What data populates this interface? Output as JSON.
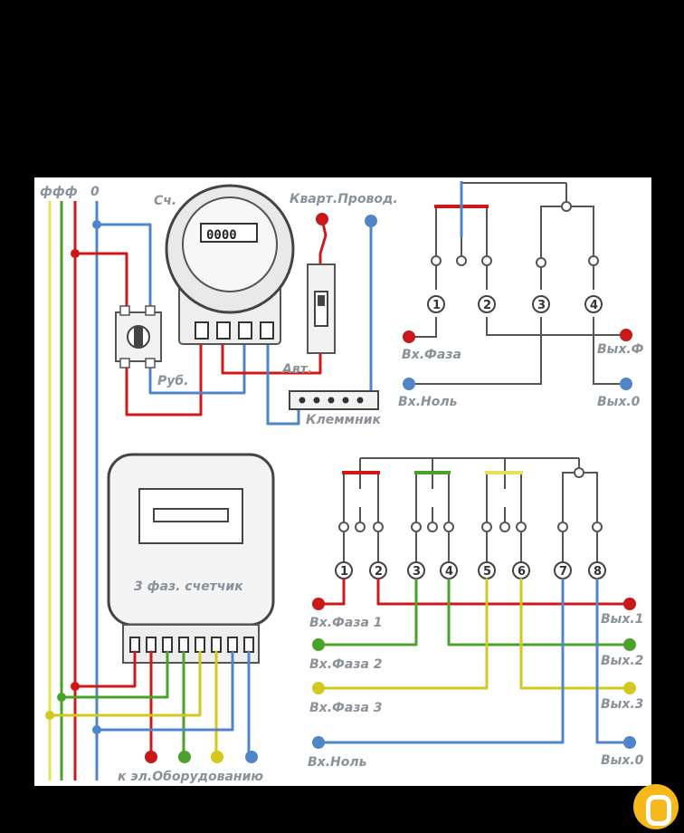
{
  "labels": {
    "phases_top": "ффф",
    "neutral_top": "0",
    "meter1": "Сч.",
    "meter1_display": "0000",
    "apartment_wiring": "Кварт.Провод.",
    "breaker": "Авт.",
    "switch": "Руб.",
    "terminal_block": "Клеммник",
    "three_phase_meter": "3 фаз. счетчик",
    "to_equipment": "к эл.Оборудованию",
    "single_in_phase": "Вх.Фаза",
    "single_out_phase": "Вых.Ф",
    "single_in_neutral": "Вх.Ноль",
    "single_out_neutral": "Вых.0",
    "in_phase1": "Вх.Фаза 1",
    "in_phase2": "Вх.Фаза 2",
    "in_phase3": "Вх.Фаза 3",
    "in_neutral": "Вх.Ноль",
    "out1": "Вых.1",
    "out2": "Вых.2",
    "out3": "Вых.3",
    "out0": "Вых.0"
  },
  "terminals_single": [
    "1",
    "2",
    "3",
    "4"
  ],
  "terminals_three": [
    "1",
    "2",
    "3",
    "4",
    "5",
    "6",
    "7",
    "8"
  ],
  "colors": {
    "phase1": "#d01818",
    "phase2": "#4aa22a",
    "phase3": "#d2c81e",
    "neutral": "#4f86c8",
    "wire_gray": "#555555",
    "bus_yellow": "#e8e05a"
  }
}
